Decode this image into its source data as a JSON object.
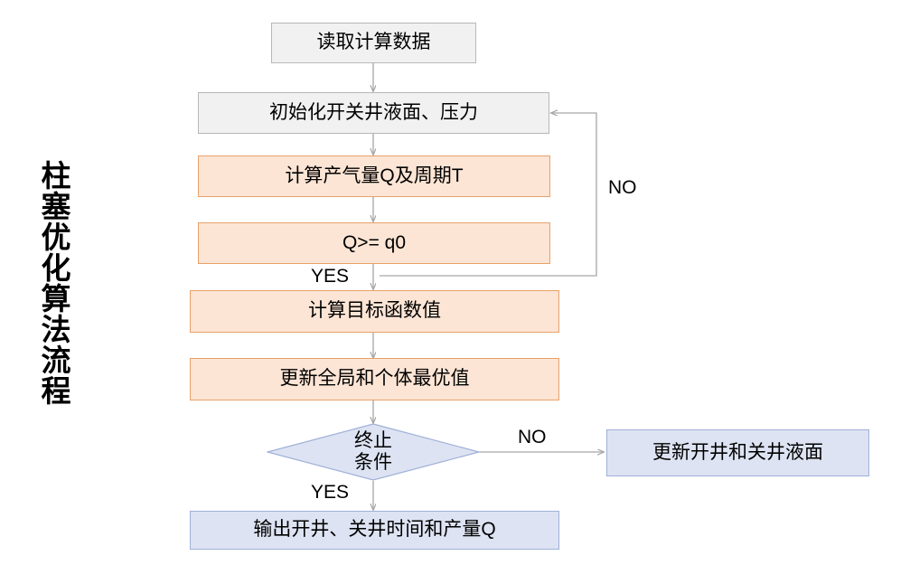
{
  "diagram": {
    "title_vertical": "柱塞优化算法流程",
    "colors": {
      "gray_fill": "#f1f1f1",
      "gray_stroke": "#b8b8b8",
      "orange_fill": "#fce5d5",
      "orange_stroke": "#e8a16a",
      "blue_fill": "#dde3f2",
      "blue_stroke": "#9fb0d8",
      "connector": "#a6a6a6",
      "text": "#000000"
    },
    "nodes": [
      {
        "id": "read-data",
        "label": "读取计算数据",
        "shape": "rect",
        "style": "gray"
      },
      {
        "id": "init-levels",
        "label": "初始化开关井液面、压力",
        "shape": "rect",
        "style": "gray"
      },
      {
        "id": "calc-q-t",
        "label": "计算产气量Q及周期T",
        "shape": "rect",
        "style": "orange"
      },
      {
        "id": "check-q",
        "label": "Q>= q0",
        "shape": "rect",
        "style": "orange"
      },
      {
        "id": "calc-objective",
        "label": "计算目标函数值",
        "shape": "rect",
        "style": "orange"
      },
      {
        "id": "update-best",
        "label": "更新全局和个体最优值",
        "shape": "rect",
        "style": "orange"
      },
      {
        "id": "stop-condition",
        "label": "终止\n条件",
        "shape": "diamond",
        "style": "blue"
      },
      {
        "id": "update-surface",
        "label": "更新开井和关井液面",
        "shape": "rect",
        "style": "blue"
      },
      {
        "id": "output-result",
        "label": "输出开井、关井时间和产量Q",
        "shape": "rect",
        "style": "blue"
      }
    ],
    "edge_labels": {
      "loop_no": "NO",
      "check_yes": "YES",
      "stop_no": "NO",
      "stop_yes": "YES"
    }
  }
}
